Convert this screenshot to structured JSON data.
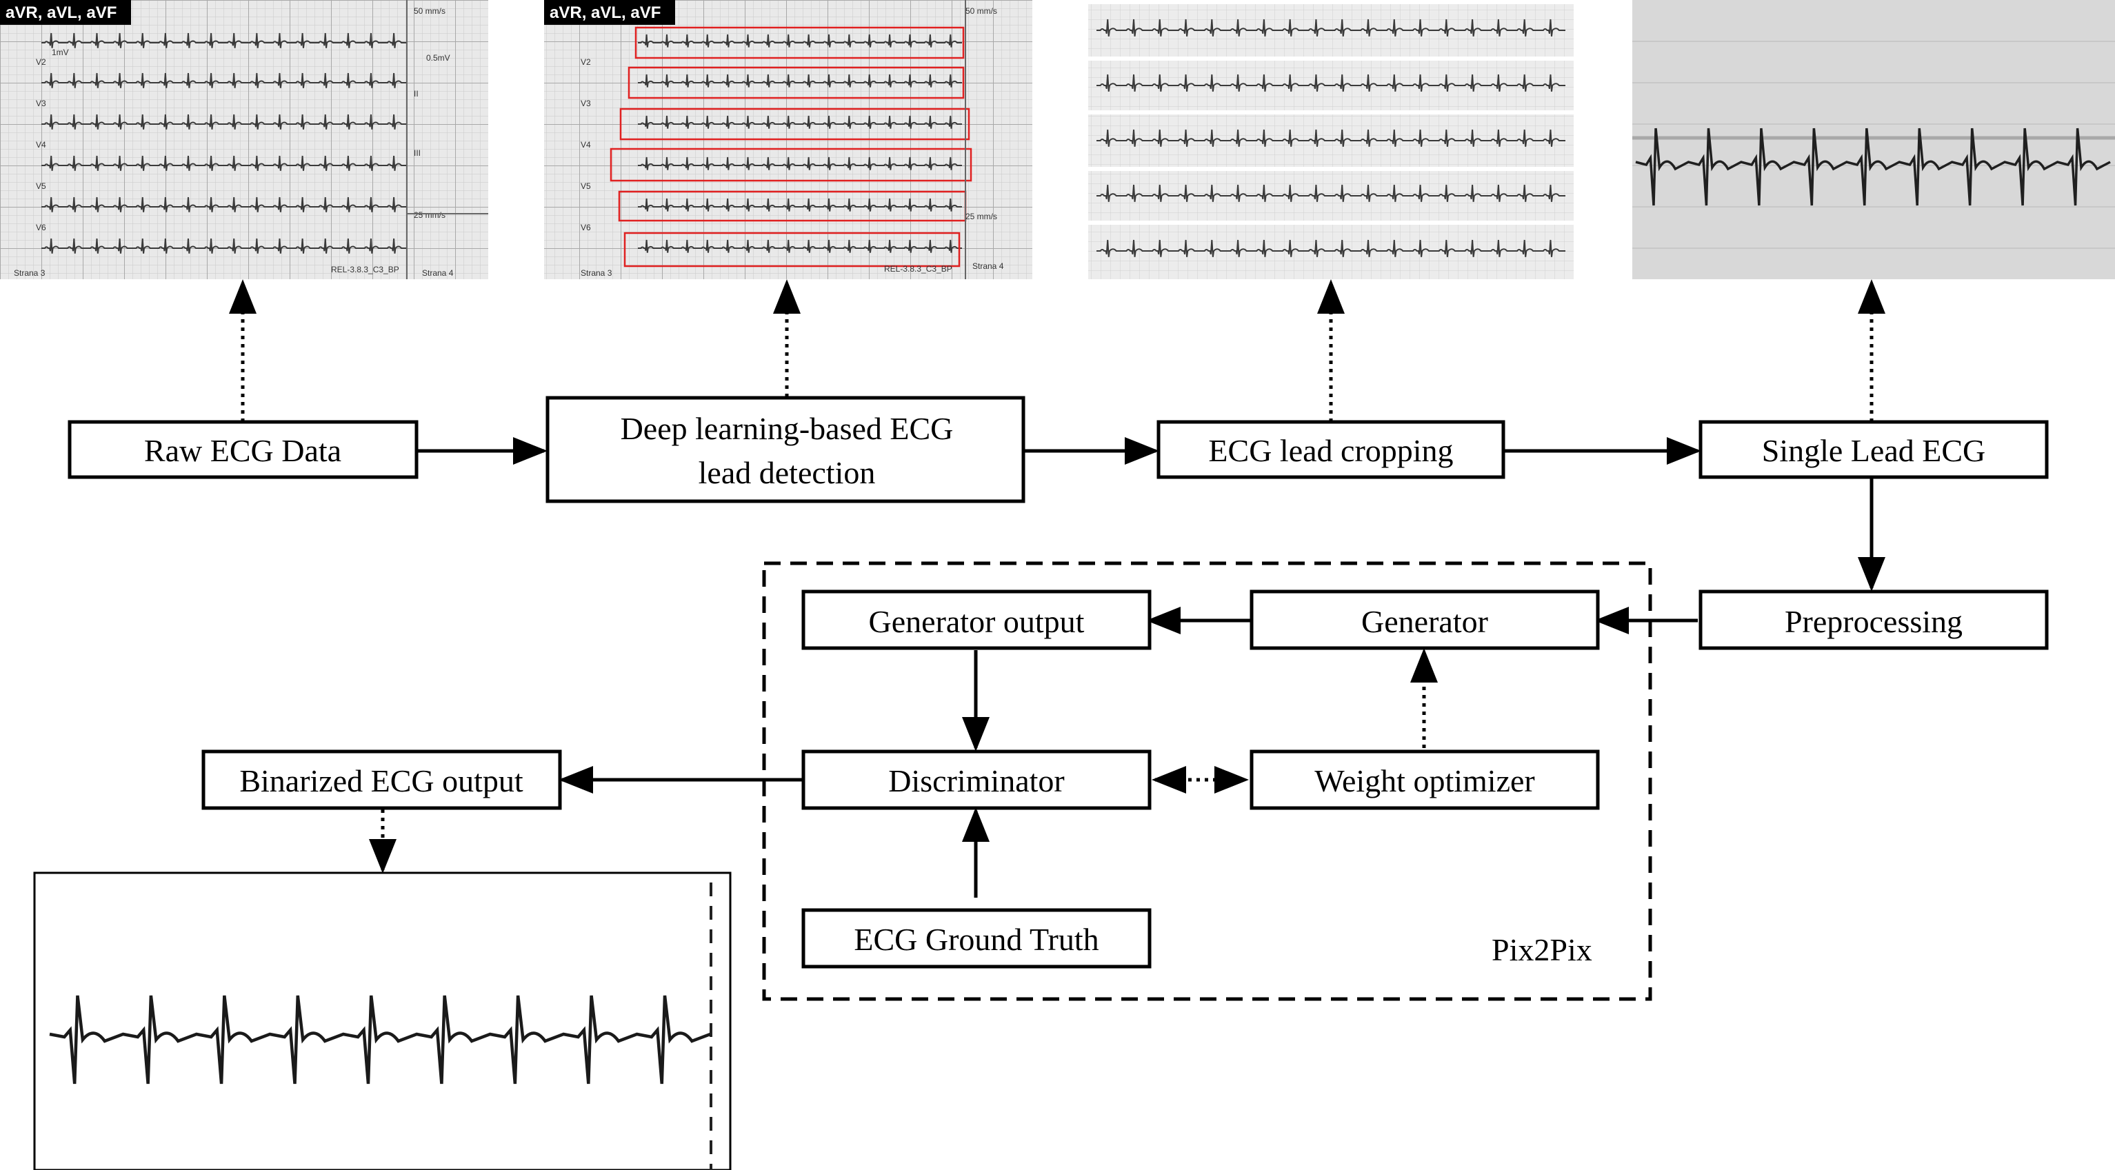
{
  "nodes": {
    "raw_ecg": "Raw ECG Data",
    "lead_detection_line1": "Deep learning-based ECG",
    "lead_detection_line2": "lead detection",
    "lead_cropping": "ECG lead cropping",
    "single_lead": "Single Lead ECG",
    "preprocessing": "Preprocessing",
    "generator": "Generator",
    "generator_output": "Generator output",
    "discriminator": "Discriminator",
    "weight_optimizer": "Weight optimizer",
    "ground_truth": "ECG Ground Truth",
    "binarized_output": "Binarized ECG output"
  },
  "group_label": "Pix2Pix",
  "image_labels": {
    "raw_overlay": "aVR, aVL, aVF",
    "detected_overlay": "aVR, aVL, aVF",
    "leads": [
      "V2",
      "V3",
      "V4",
      "V5",
      "V6"
    ],
    "speed_top": "50 mm/s",
    "speed_bottom": "25 mm/s",
    "lead_ii": "II",
    "lead_iii": "III",
    "strana3": "Strana 3",
    "strana4": "Strana 4",
    "rel": "REL-3.8.3_C3_BP",
    "mv": "1mV",
    "half_mv": "0.5mV"
  }
}
